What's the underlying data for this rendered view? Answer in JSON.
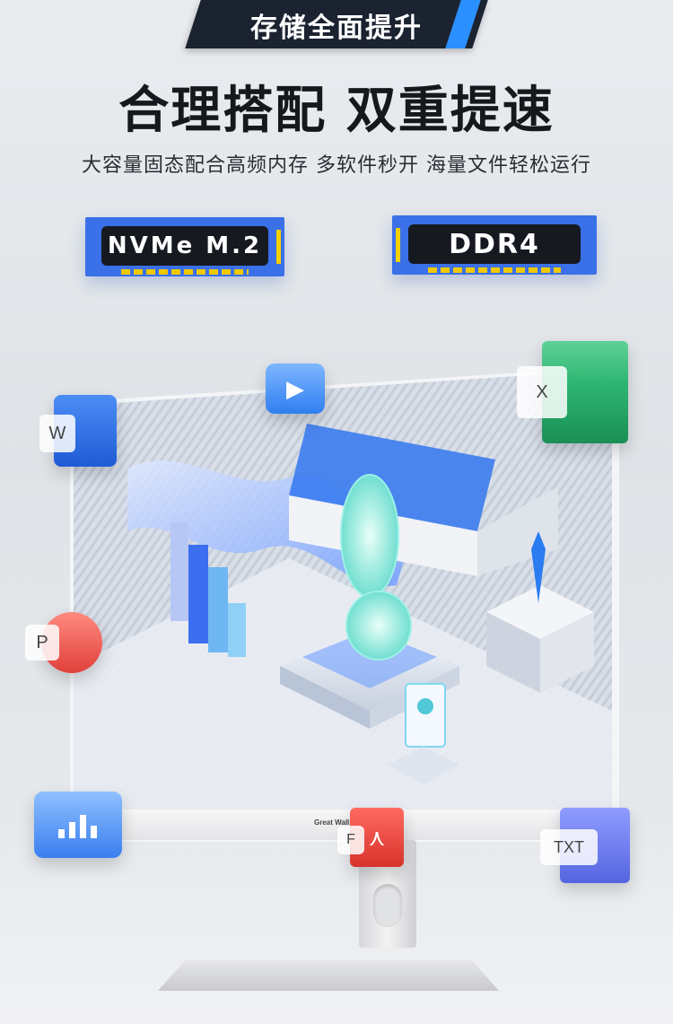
{
  "banner": {
    "text": "存储全面提升"
  },
  "headline": "合理搭配 双重提速",
  "subline": "大容量固态配合高频内存 多软件秒开 海量文件轻松运行",
  "badges": [
    {
      "label": "NVMe M.2"
    },
    {
      "label": "DDR4"
    }
  ],
  "monitor": {
    "brand": "Great Wall"
  },
  "icons": [
    {
      "name": "word",
      "label": "W",
      "color": "#2f6fe0"
    },
    {
      "name": "video",
      "label": "▶",
      "color": "#2f7ff0"
    },
    {
      "name": "excel",
      "label": "X",
      "color": "#1e9a5a"
    },
    {
      "name": "powerpoint",
      "label": "P",
      "color": "#e04a45"
    },
    {
      "name": "chart",
      "label": "",
      "color": "#3a7ff0"
    },
    {
      "name": "pdf",
      "label": "F",
      "color": "#e0403a"
    },
    {
      "name": "txt",
      "label": "TXT",
      "color": "#5e72e8"
    }
  ]
}
